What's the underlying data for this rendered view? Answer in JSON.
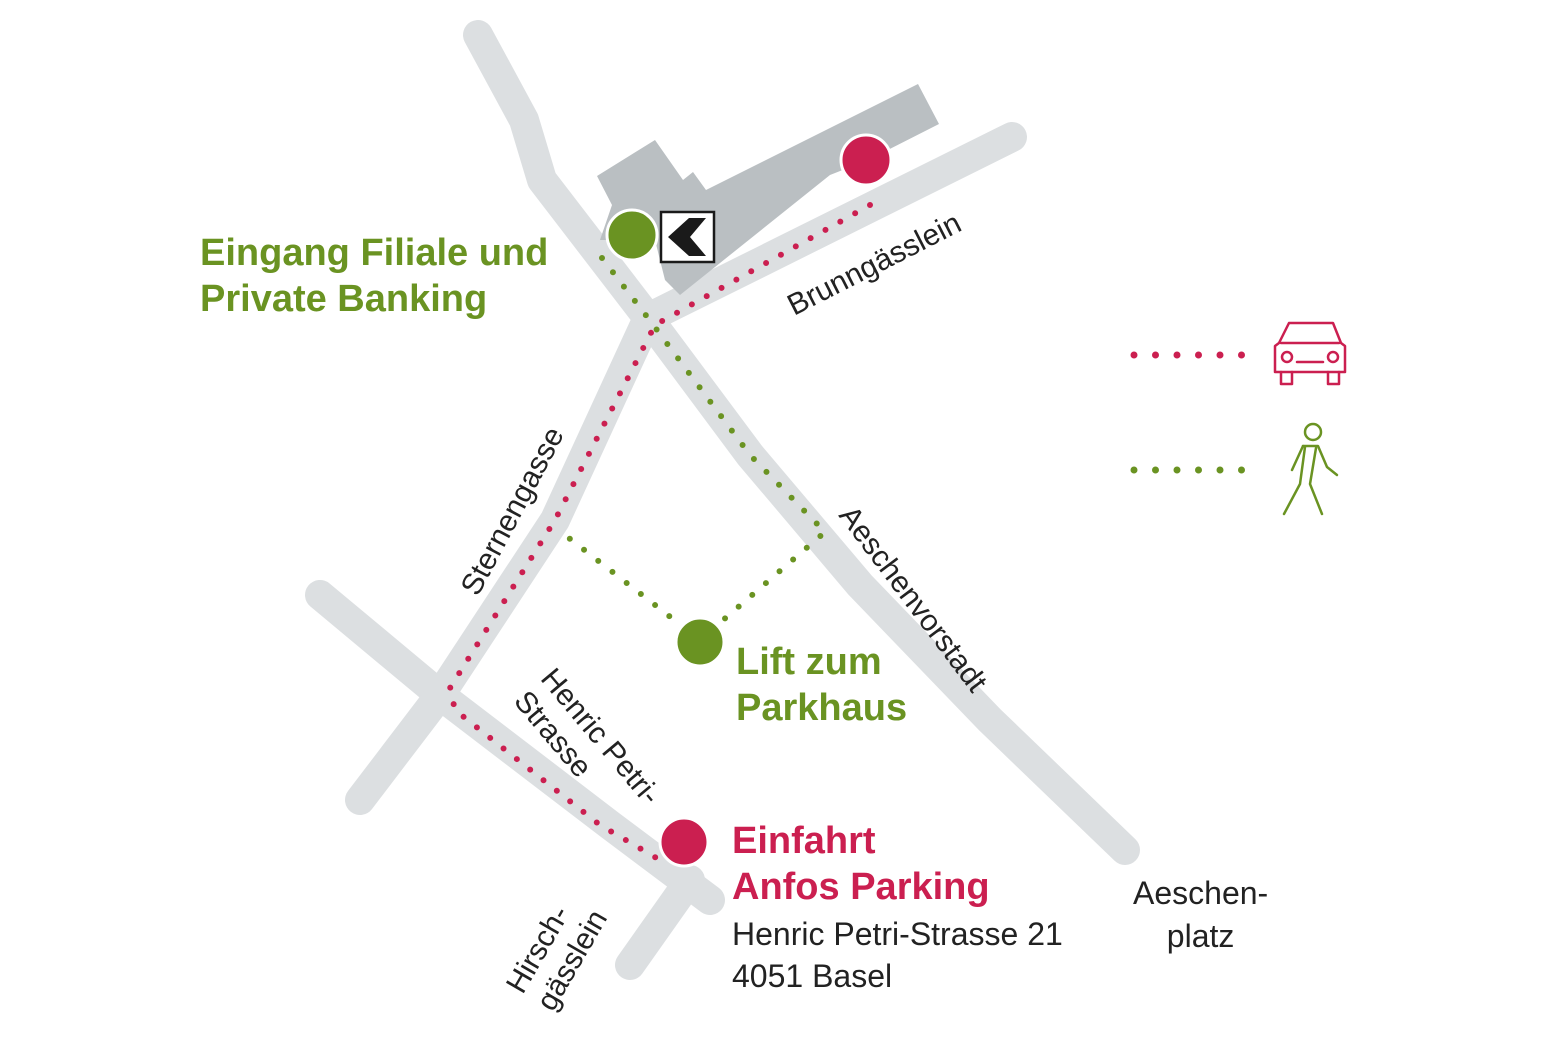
{
  "entrance": {
    "line1": "Eingang Filiale und",
    "line2": "Private Banking"
  },
  "lift": {
    "line1": "Lift zum",
    "line2": "Parkhaus"
  },
  "parking": {
    "line1": "Einfahrt",
    "line2": "Anfos Parking",
    "address_line1": "Henric Petri-Strasse 21",
    "address_line2": "4051 Basel"
  },
  "streets": {
    "brunngaesslein": "Brunngässlein",
    "sternengasse": "Sternengasse",
    "aeschenvorstadt": "Aeschenvorstadt",
    "henric_line1": "Henric Petri-",
    "henric_line2": "Strasse",
    "hirsch_line1": "Hirsch-",
    "hirsch_line2": "gässlein",
    "aeschenplatz_line1": "Aeschen-",
    "aeschenplatz_line2": "platz"
  },
  "legend": {
    "car_route_icon": "car-icon",
    "walk_route_icon": "pedestrian-icon"
  },
  "colors": {
    "road": "#dcdfe1",
    "building": "#babfc2",
    "car_route": "#cb1f50",
    "walk_route": "#6a9322",
    "text": "#222222"
  }
}
